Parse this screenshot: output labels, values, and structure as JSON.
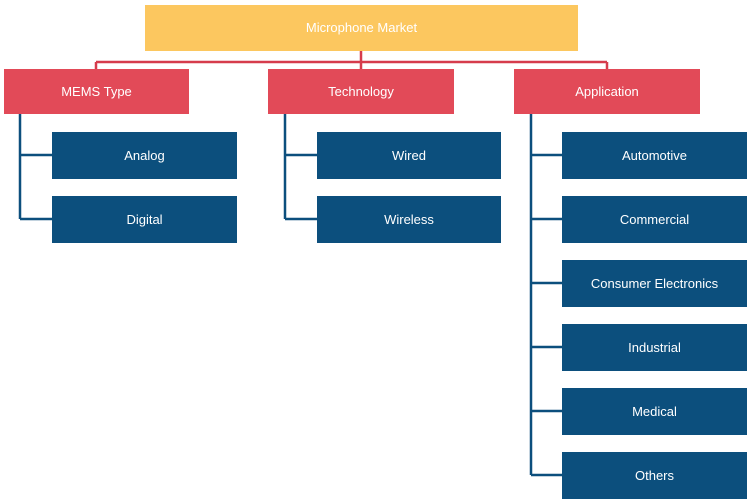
{
  "root": {
    "label": "Microphone Market"
  },
  "categories": [
    {
      "label": "MEMS Type",
      "children": [
        "Analog",
        "Digital"
      ]
    },
    {
      "label": "Technology",
      "children": [
        "Wired",
        "Wireless"
      ]
    },
    {
      "label": "Application",
      "children": [
        "Automotive",
        "Commercial",
        "Consumer Electronics",
        "Industrial",
        "Medical",
        "Others"
      ]
    }
  ],
  "colors": {
    "root": "#FCC75F",
    "category": "#E24A58",
    "leaf": "#0C4F7D",
    "connector_top": "#D63C4C",
    "connector_leaf": "#0C4F7D"
  }
}
